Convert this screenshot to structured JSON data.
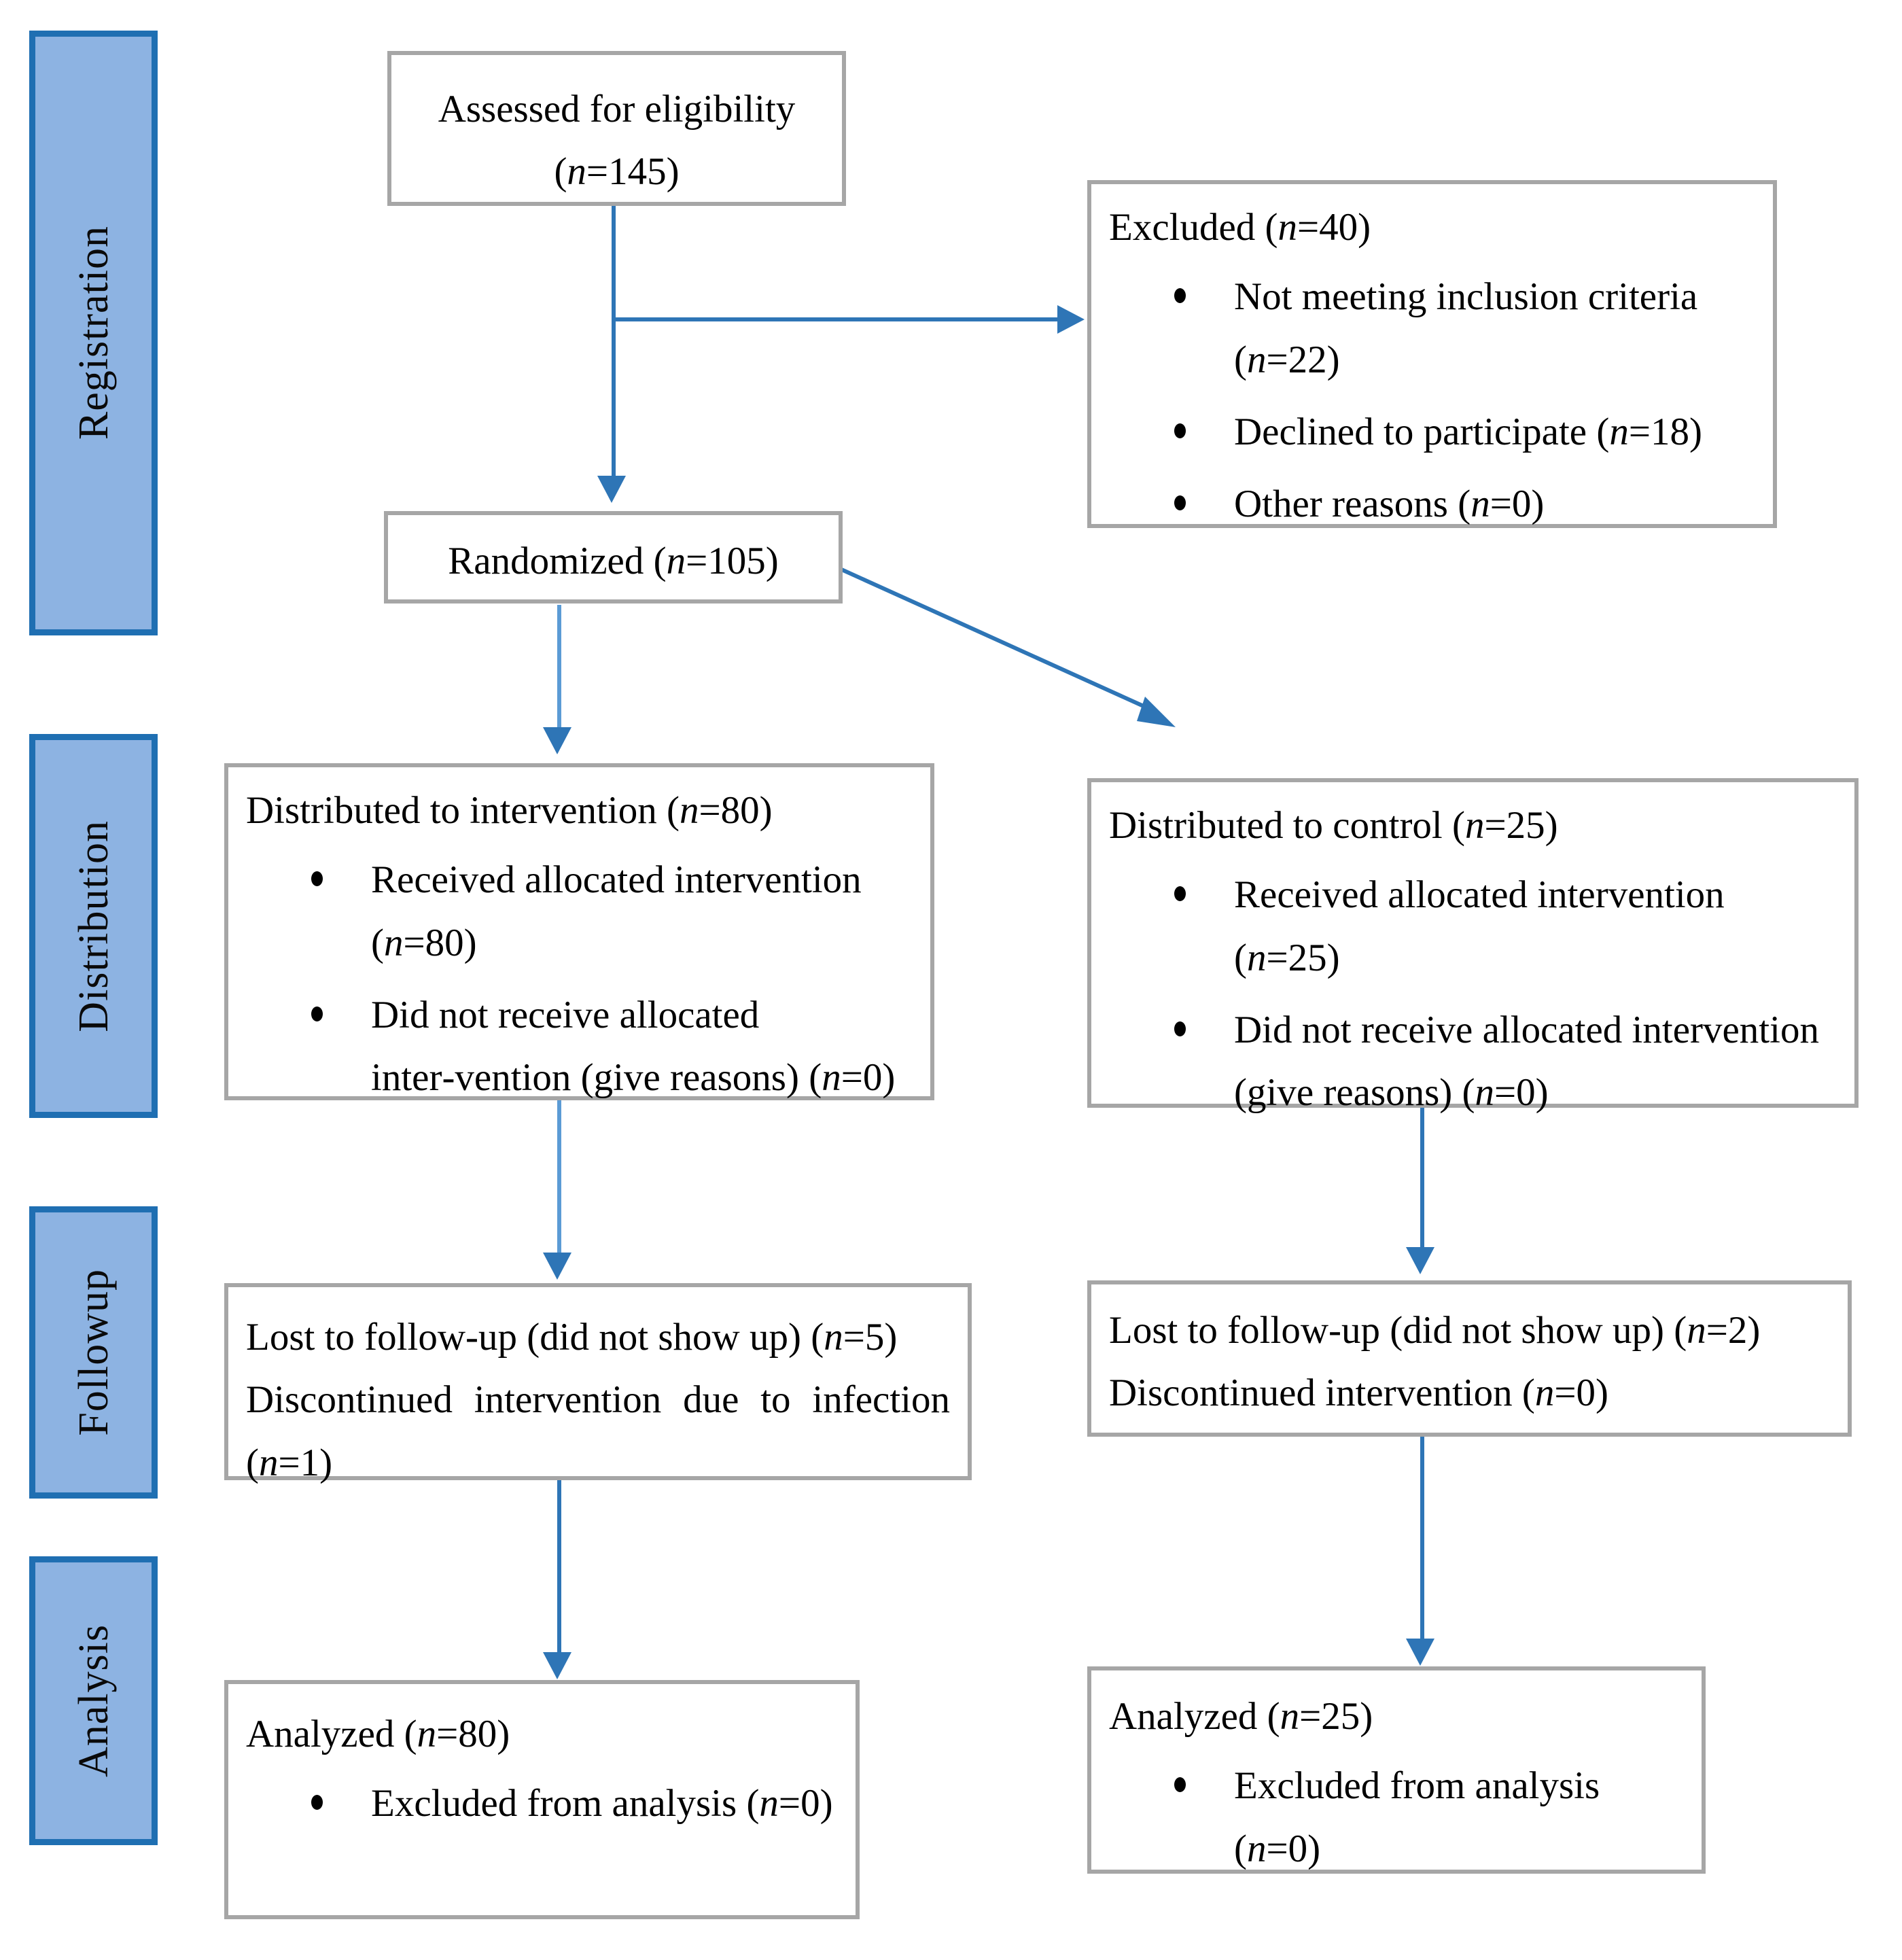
{
  "diagram": {
    "type": "CONSORT participant flow diagram",
    "colors": {
      "stage_bar_fill": "#8DB3E2",
      "stage_bar_border": "#1F6FB2",
      "box_border": "#A6A6A6",
      "connector": "#2E75B6",
      "connector_light": "#5B9BD5",
      "text": "#000000"
    },
    "stages": [
      {
        "label": "Registration"
      },
      {
        "label": "Distribution"
      },
      {
        "label": "Followup"
      },
      {
        "label": "Analysis"
      }
    ],
    "boxes": {
      "assessed": {
        "line1": "Assessed for eligibility",
        "line2": "(n=145)"
      },
      "excluded": {
        "heading": "Excluded (n=40)",
        "items": [
          "Not meeting inclusion criteria (n=22)",
          "Declined to participate (n=18)",
          "Other reasons (n=0)"
        ]
      },
      "randomized": {
        "line1": "Randomized (n=105)"
      },
      "allocation_intervention": {
        "heading": "Distributed to intervention (n=80)",
        "items": [
          "Received allocated intervention (n=80)",
          "Did not receive allocated inter‑vention (give reasons) (n=0)"
        ]
      },
      "allocation_control": {
        "heading": "Distributed to control (n=25)",
        "items": [
          "Received allocated intervention (n=25)",
          "Did not receive allocated intervention (give reasons) (n=0)"
        ]
      },
      "followup_intervention": {
        "line1": "Lost to follow-up (did not show up) (n=5)",
        "line2": "Discontinued intervention due to infection (n=1)"
      },
      "followup_control": {
        "line1": "Lost to follow-up (did not show up) (n=2)",
        "line2": "Discontinued intervention (n=0)"
      },
      "analysis_intervention": {
        "heading": "Analyzed (n=80)",
        "items": [
          "Excluded from analysis (n=0)"
        ]
      },
      "analysis_control": {
        "heading": "Analyzed (n=25)",
        "items": [
          "Excluded from analysis (n=0)"
        ]
      }
    },
    "chart_data": {
      "type": "flow",
      "title": "CONSORT flow diagram",
      "nodes": [
        {
          "id": "assessed",
          "stage": "Registration",
          "label": "Assessed for eligibility",
          "n": 145
        },
        {
          "id": "excluded",
          "stage": "Registration",
          "label": "Excluded",
          "n": 40,
          "breakdown": [
            {
              "label": "Not meeting inclusion criteria",
              "n": 22
            },
            {
              "label": "Declined to participate",
              "n": 18
            },
            {
              "label": "Other reasons",
              "n": 0
            }
          ]
        },
        {
          "id": "randomized",
          "stage": "Registration",
          "label": "Randomized",
          "n": 105
        },
        {
          "id": "alloc_int",
          "stage": "Distribution",
          "label": "Distributed to intervention",
          "n": 80,
          "breakdown": [
            {
              "label": "Received allocated intervention",
              "n": 80
            },
            {
              "label": "Did not receive allocated intervention (give reasons)",
              "n": 0
            }
          ]
        },
        {
          "id": "alloc_ctl",
          "stage": "Distribution",
          "label": "Distributed to control",
          "n": 25,
          "breakdown": [
            {
              "label": "Received allocated intervention",
              "n": 25
            },
            {
              "label": "Did not receive allocated intervention (give reasons)",
              "n": 0
            }
          ]
        },
        {
          "id": "fu_int",
          "stage": "Followup",
          "label": "Lost to follow-up (did not show up)",
          "n": 5,
          "breakdown": [
            {
              "label": "Discontinued intervention due to infection",
              "n": 1
            }
          ]
        },
        {
          "id": "fu_ctl",
          "stage": "Followup",
          "label": "Lost to follow-up (did not show up)",
          "n": 2,
          "breakdown": [
            {
              "label": "Discontinued intervention",
              "n": 0
            }
          ]
        },
        {
          "id": "an_int",
          "stage": "Analysis",
          "label": "Analyzed",
          "n": 80,
          "breakdown": [
            {
              "label": "Excluded from analysis",
              "n": 0
            }
          ]
        },
        {
          "id": "an_ctl",
          "stage": "Analysis",
          "label": "Analyzed",
          "n": 25,
          "breakdown": [
            {
              "label": "Excluded from analysis",
              "n": 0
            }
          ]
        }
      ],
      "edges": [
        {
          "from": "assessed",
          "to": "excluded",
          "kind": "elbow-right"
        },
        {
          "from": "assessed",
          "to": "randomized",
          "kind": "down"
        },
        {
          "from": "randomized",
          "to": "alloc_int",
          "kind": "down"
        },
        {
          "from": "randomized",
          "to": "alloc_ctl",
          "kind": "diagonal"
        },
        {
          "from": "alloc_int",
          "to": "fu_int",
          "kind": "down"
        },
        {
          "from": "alloc_ctl",
          "to": "fu_ctl",
          "kind": "down"
        },
        {
          "from": "fu_int",
          "to": "an_int",
          "kind": "down"
        },
        {
          "from": "fu_ctl",
          "to": "an_ctl",
          "kind": "down"
        }
      ]
    }
  }
}
